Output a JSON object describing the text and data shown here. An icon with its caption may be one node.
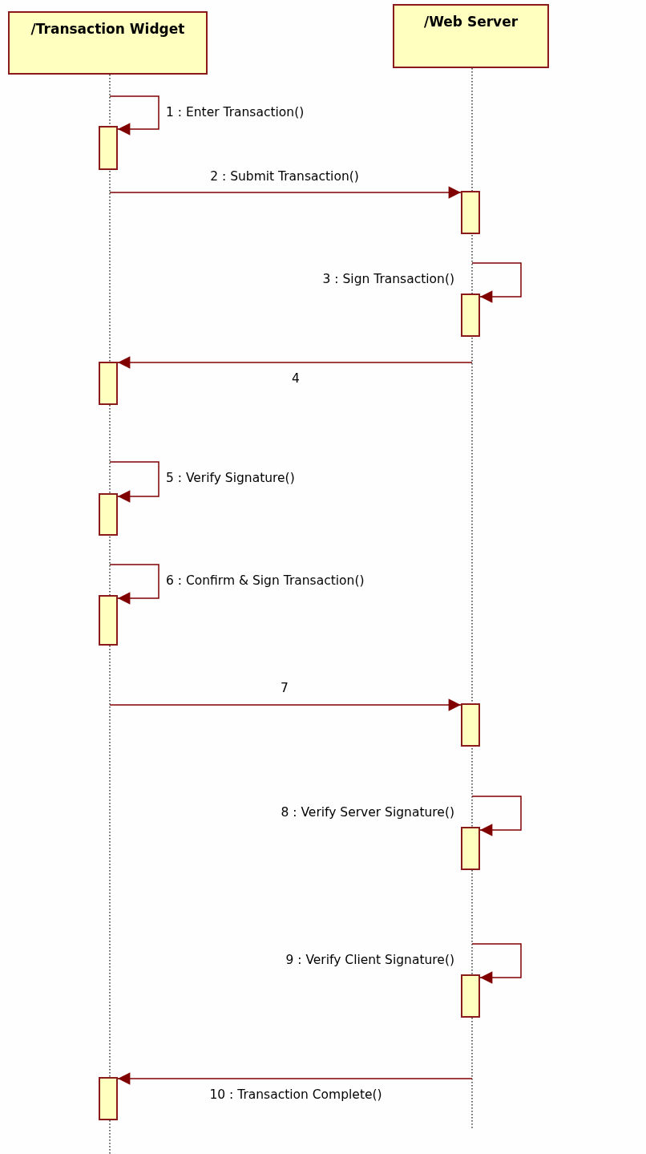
{
  "diagram": {
    "nodes": [
      {
        "text": [
          "/Transaction Widget"
        ]
      },
      {
        "text": [
          "/Web Server"
        ]
      },
      {
        "text": [],
        "shape": "bar"
      },
      {
        "text": [],
        "shape": "bar"
      },
      {
        "text": [],
        "shape": "bar"
      },
      {
        "text": [],
        "shape": "bar"
      },
      {
        "text": [],
        "shape": "bar"
      },
      {
        "text": [],
        "shape": "bar"
      },
      {
        "text": [],
        "shape": "bar"
      },
      {
        "text": [],
        "shape": "bar"
      },
      {
        "text": [],
        "shape": "bar"
      },
      {
        "text": [],
        "shape": "bar"
      }
    ],
    "edges": [
      {
        "from": null,
        "to": 2,
        "arrow": "to",
        "label": "1 : Enter Transaction()"
      },
      {
        "from": null,
        "to": 3,
        "arrow": "to",
        "label": "2 : Submit Transaction()"
      },
      {
        "from": null,
        "to": 4,
        "arrow": "to",
        "label": "3 : Sign Transaction()"
      },
      {
        "from": null,
        "to": 5,
        "arrow": "to",
        "label": "4"
      },
      {
        "from": null,
        "to": 6,
        "arrow": "to",
        "label": "5 : Verify Signature()"
      },
      {
        "from": null,
        "to": 7,
        "arrow": "to",
        "label": "6 : Confirm & Sign Transaction()"
      },
      {
        "from": null,
        "to": 8,
        "arrow": "to",
        "label": "7"
      },
      {
        "from": null,
        "to": 9,
        "arrow": "to",
        "label": "8 : Verify Server Signature()"
      },
      {
        "from": null,
        "to": 10,
        "arrow": "to",
        "label": "9 : Verify Client Signature()"
      },
      {
        "from": null,
        "to": 11,
        "arrow": "to",
        "label": "10 : Transaction Complete()"
      }
    ]
  }
}
